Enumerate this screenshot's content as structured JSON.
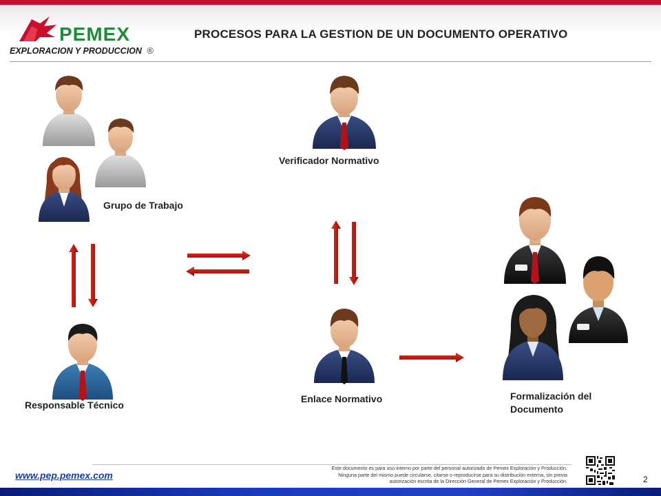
{
  "header": {
    "brand": "PEMEX",
    "subtitle": "EXPLORACION Y PRODUCCION",
    "registered": "®",
    "title": "PROCESOS PARA LA GESTION DE UN DOCUMENTO OPERATIVO"
  },
  "roles": {
    "grupo": "Grupo de Trabajo",
    "verificador": "Verificador Normativo",
    "responsable": "Responsable Técnico",
    "enlace": "Enlace Normativo",
    "formalizacion_line1": "Formalización del",
    "formalizacion_line2": "Documento"
  },
  "footer": {
    "url": "www.pep.pemex.com",
    "disclaimer_line1": "Este documento es para uso interno por parte del personal autorizado de Pemex Exploración y Producción.",
    "disclaimer_line2": "Ninguna parte del mismo puede circularse, citarse o reproducirse para su distribución externa, sin previa",
    "disclaimer_line3": "autorización escrita de la Dirección General de Pemex Exploración y Producción.",
    "page_number": "2"
  },
  "colors": {
    "brand_red": "#c8102e",
    "brand_green": "#1f8a3a",
    "arrow_red": "#c0160f",
    "footer_blue": "#1a3cc0"
  }
}
